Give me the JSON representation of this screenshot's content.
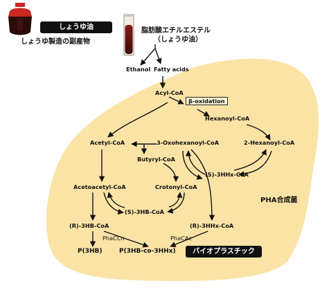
{
  "header": {
    "soy_sauce_label": "しょうゆ油",
    "byproduct_caption": "しょうゆ製造の副産物",
    "ester_line1": "脂肪酸エチルエステル",
    "ester_line2": "（しょうゆ油）"
  },
  "nodes": {
    "ethanol": "Ethanol",
    "fatty_acids": "Fatty acids",
    "acyl_coa": "Acyl-CoA",
    "beta_oxidation": "β-oxidation",
    "hexanoyl_coa": "Hexanoyl-CoA",
    "acetyl_coa": "Acetyl-CoA",
    "oxohexanoyl_coa": "3-Oxohexanoyl-CoA",
    "hexenoyl_coa": "2-Hexanoyl-CoA",
    "butyryl_coa": "Butyryl-CoA",
    "s_3hhx_coa": "(S)-3HHx-CoA",
    "acetoacetyl_coa": "Acetoacetyl-CoA",
    "crotonyl_coa": "Crotonyl-CoA",
    "s_3hb_coa": "(S)-3HB-CoA",
    "r_3hb_coa": "(R)-3HB-CoA",
    "r_3hhx_coa": "(R)-3HHx-CoA",
    "phac_cn": "PhaCCn",
    "phac_ac": "PhaCAc",
    "p3hb": "P(3HB)",
    "p3hb_co_3hhx": "P(3HB-co-3HHx)"
  },
  "labels": {
    "pha_bacteria": "PHA合成菌",
    "bioplastic": "バイオプラスチック"
  },
  "colors": {
    "cell_fill": "#fbe3a6",
    "soy_oil": "#5a0e10",
    "arrow": "#111111"
  }
}
